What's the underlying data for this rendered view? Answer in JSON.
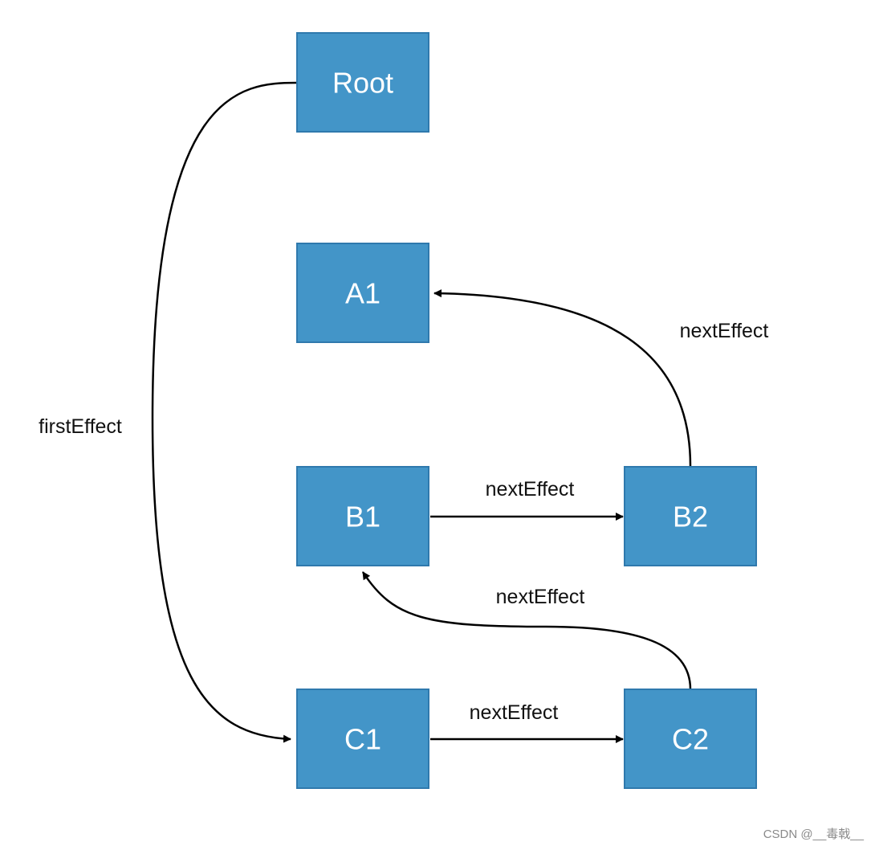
{
  "nodes": {
    "root": {
      "label": "Root"
    },
    "a1": {
      "label": "A1"
    },
    "b1": {
      "label": "B1"
    },
    "b2": {
      "label": "B2"
    },
    "c1": {
      "label": "C1"
    },
    "c2": {
      "label": "C2"
    }
  },
  "edges": {
    "root_c1": {
      "label": "firstEffect"
    },
    "b2_a1": {
      "label": "nextEffect"
    },
    "b1_b2": {
      "label": "nextEffect"
    },
    "c2_b1": {
      "label": "nextEffect"
    },
    "c1_c2": {
      "label": "nextEffect"
    }
  },
  "style": {
    "node_fill": "#4395c8",
    "node_text": "#ffffff",
    "edge_color": "#000000"
  },
  "watermark": "CSDN @__毒戟__"
}
